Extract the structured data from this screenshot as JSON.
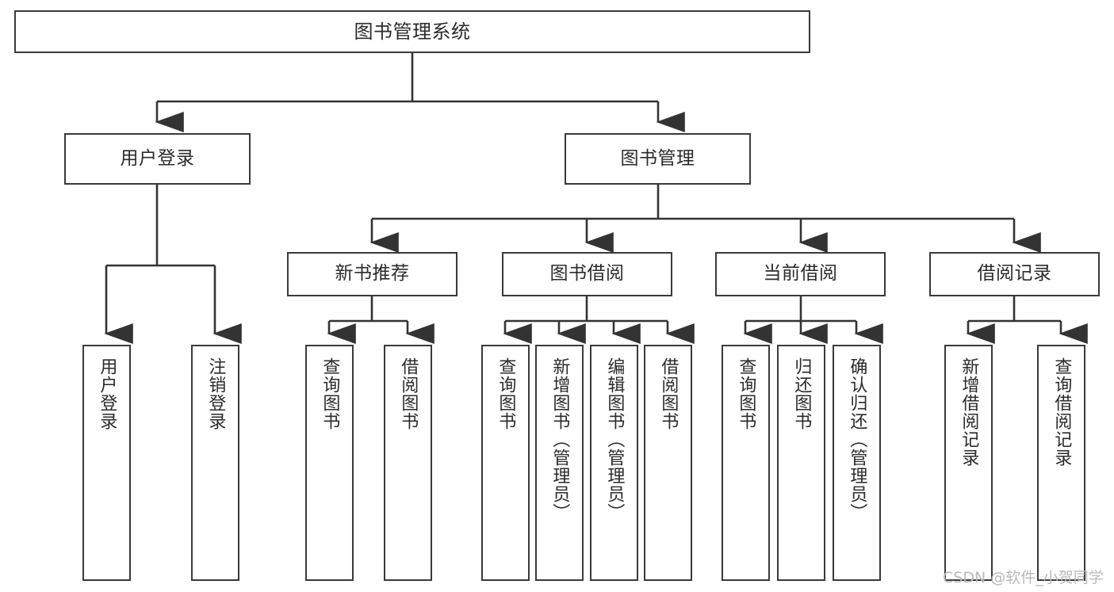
{
  "diagram": {
    "type": "tree",
    "title": "图书管理系统",
    "orientation": "top-down",
    "watermark": "CSDN @软件_小贺同学",
    "colors": {
      "background": "#ffffff",
      "border": "#3a3a3a",
      "text": "#2b2b2b",
      "edge": "#333333",
      "watermark": "#b9b9b9"
    },
    "nodes": {
      "root": {
        "label": "图书管理系统"
      },
      "level2": [
        {
          "id": "user-login",
          "label": "用户登录"
        },
        {
          "id": "book-management",
          "label": "图书管理"
        }
      ],
      "level3": [
        {
          "id": "new-book-recommend",
          "label": "新书推荐"
        },
        {
          "id": "book-borrow",
          "label": "图书借阅"
        },
        {
          "id": "current-borrow",
          "label": "当前借阅"
        },
        {
          "id": "borrow-record",
          "label": "借阅记录"
        }
      ],
      "leaves": {
        "user-login": [
          {
            "id": "leaf-user-login",
            "label": "用户登录"
          },
          {
            "id": "leaf-logout",
            "label": "注销登录"
          }
        ],
        "new-book-recommend": [
          {
            "id": "leaf-query-book-1",
            "label": "查询图书"
          },
          {
            "id": "leaf-borrow-book-1",
            "label": "借阅图书"
          }
        ],
        "book-borrow": [
          {
            "id": "leaf-query-book-2",
            "label": "查询图书"
          },
          {
            "id": "leaf-add-book",
            "label": "新增图书（管理员）"
          },
          {
            "id": "leaf-edit-book",
            "label": "编辑图书（管理员）"
          },
          {
            "id": "leaf-borrow-book-2",
            "label": "借阅图书"
          }
        ],
        "current-borrow": [
          {
            "id": "leaf-query-book-3",
            "label": "查询图书"
          },
          {
            "id": "leaf-return-book",
            "label": "归还图书"
          },
          {
            "id": "leaf-confirm-return",
            "label": "确认归还（管理员）"
          }
        ],
        "borrow-record": [
          {
            "id": "leaf-add-record",
            "label": "新增借阅记录"
          },
          {
            "id": "leaf-query-record",
            "label": "查询借阅记录"
          }
        ]
      }
    }
  }
}
